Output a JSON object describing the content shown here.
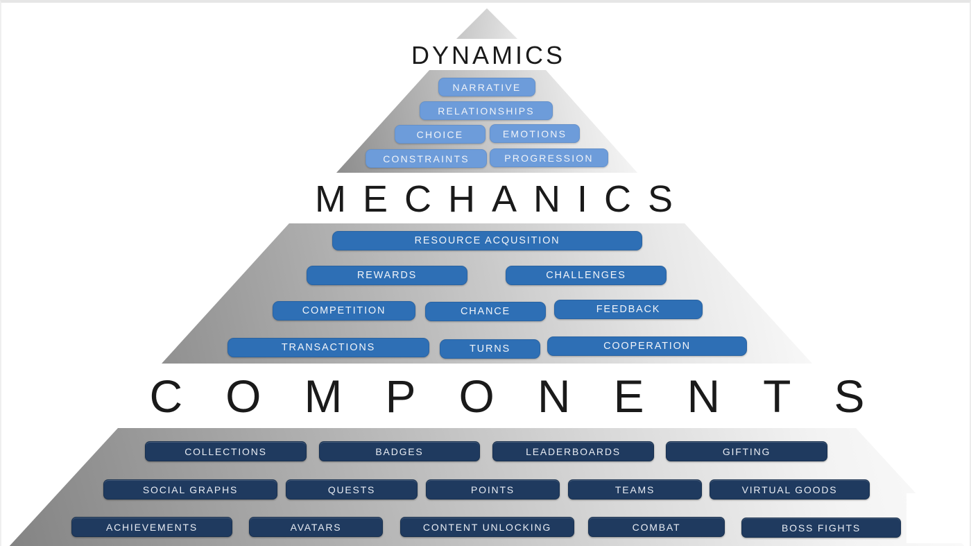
{
  "slide": {
    "type": "gamification-pyramid-diagram",
    "levels": [
      {
        "title": "DYNAMICS",
        "rows": [
          [
            "NARRATIVE"
          ],
          [
            "RELATIONSHIPS"
          ],
          [
            "CHOICE",
            "EMOTIONS"
          ],
          [
            "CONSTRAINTS",
            "PROGRESSION"
          ]
        ]
      },
      {
        "title": "MECHANICS",
        "rows": [
          [
            "RESOURCE ACQUSITION"
          ],
          [
            "REWARDS",
            "CHALLENGES"
          ],
          [
            "COMPETITION",
            "CHANCE",
            "FEEDBACK"
          ],
          [
            "TRANSACTIONS",
            "TURNS",
            "COOPERATION"
          ]
        ]
      },
      {
        "title": "COMPONENTS",
        "rows": [
          [
            "COLLECTIONS",
            "BADGES",
            "LEADERBOARDS",
            "GIFTING"
          ],
          [
            "SOCIAL GRAPHS",
            "QUESTS",
            "POINTS",
            "TEAMS",
            "VIRTUAL GOODS"
          ],
          [
            "ACHIEVEMENTS",
            "AVATARS",
            "CONTENT UNLOCKING",
            "COMBAT",
            "BOSS FIGHTS"
          ]
        ]
      }
    ],
    "colors": {
      "dynamics_pill": "#6D9CDA",
      "mechanics_pill": "#2E6FB5",
      "components_pill": "#1F3A5F",
      "pill_text": "#F1F4F9",
      "title_text": "#1A1A1A"
    }
  }
}
